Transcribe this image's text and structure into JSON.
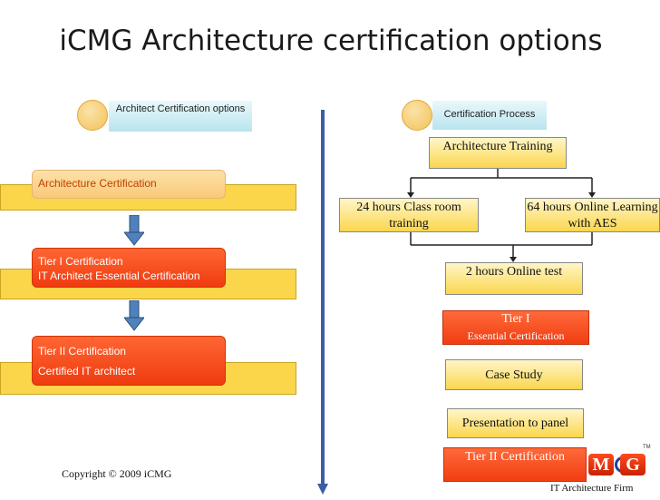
{
  "title": "iCMG Architecture certification options",
  "left": {
    "header": "Architect Certification options",
    "items": [
      {
        "lines": [
          "Architecture Certification"
        ]
      },
      {
        "lines": [
          "Tier I Certification",
          "IT Architect Essential Certification"
        ]
      },
      {
        "lines": [
          "Tier II Certification",
          "Certified IT architect"
        ]
      }
    ]
  },
  "right": {
    "header": "Certification Process",
    "steps": {
      "architecture_training": "Architecture Training",
      "classroom": "24 hours Class room training",
      "online_learning": "64 hours Online Learning with AES",
      "online_test": "2 hours Online test",
      "tier1_title": "Tier I",
      "tier1_sub": "Essential Certification",
      "case_study": "Case Study",
      "presentation": "Presentation to panel",
      "tier2": "Tier II Certification"
    }
  },
  "footer": {
    "copyright": "Copyright © 2009 iCMG",
    "firm": "IT Architecture Firm",
    "logo_letters": [
      "M",
      "G"
    ],
    "tm": "TM"
  },
  "colors": {
    "accent_red": "#f13d12",
    "accent_yellow": "#fbd54a",
    "header_blue": "#b9e4ee",
    "divider_blue": "#3b5ea8"
  }
}
